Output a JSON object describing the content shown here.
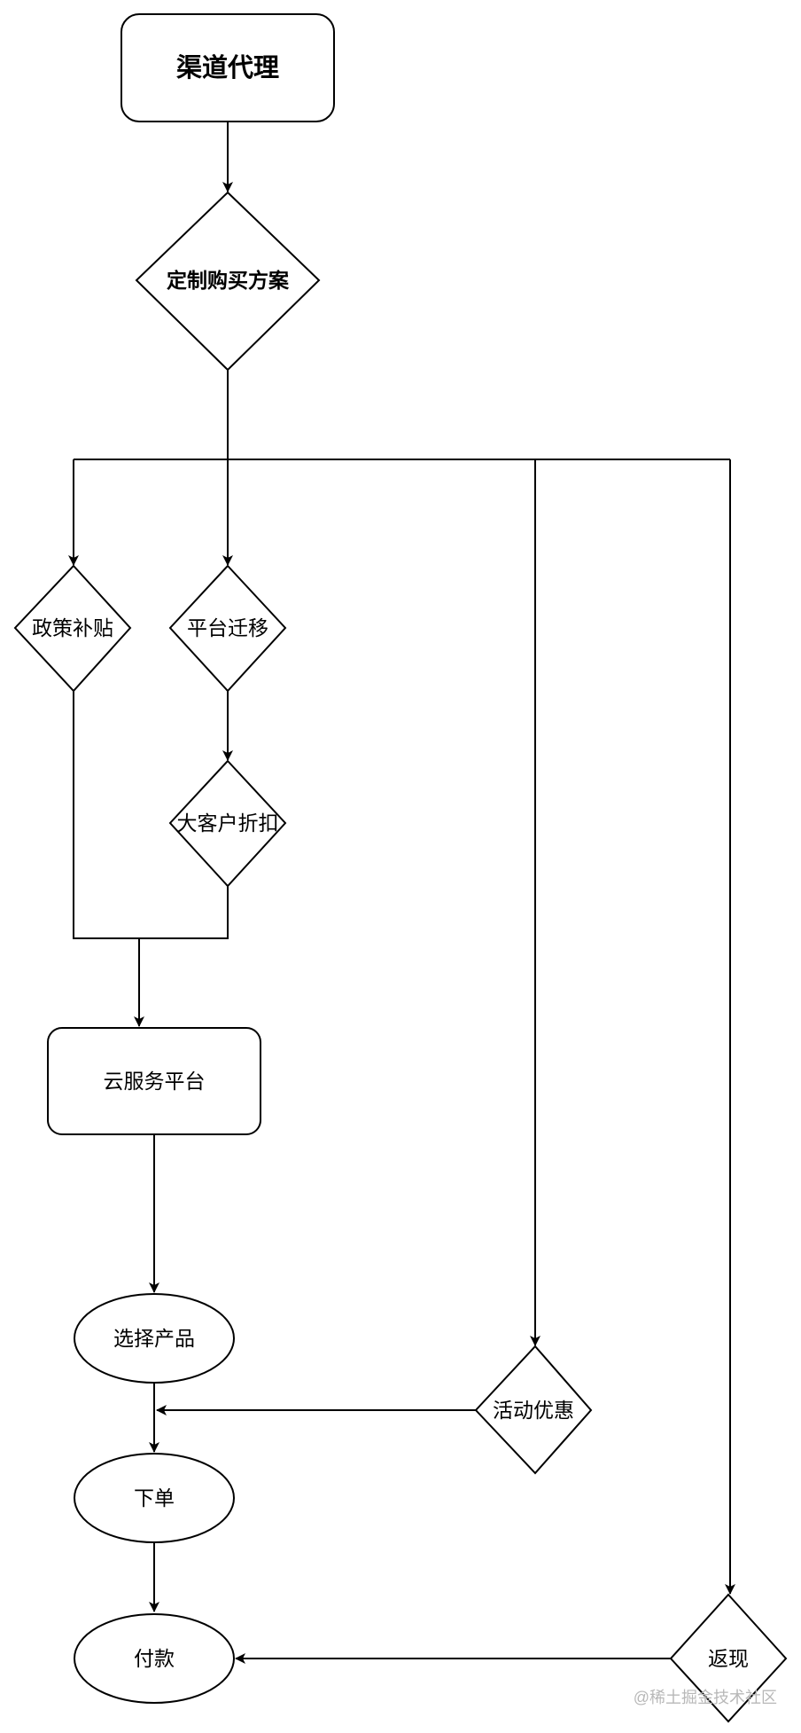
{
  "nodes": {
    "channel_agent": "渠道代理",
    "custom_plan": "定制购买方案",
    "policy_subsidy": "政策补贴",
    "platform_migration": "平台迁移",
    "key_account_discount": "大客户折扣",
    "cloud_platform": "云服务平台",
    "select_product": "选择产品",
    "place_order": "下单",
    "payment": "付款",
    "promotion": "活动优惠",
    "cashback": "返现"
  },
  "watermark": "@稀土掘金技术社区",
  "colors": {
    "stroke": "#000000",
    "fill": "#ffffff",
    "watermark": "#b8b8b8"
  }
}
